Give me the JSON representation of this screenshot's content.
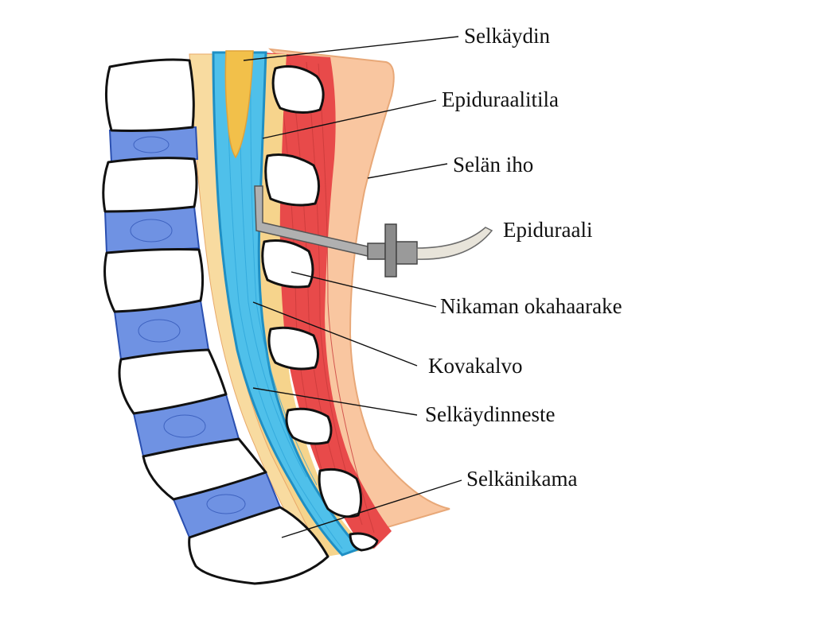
{
  "labels": {
    "spinal_cord": "Selkäydin",
    "epidural_space": "Epiduraalitila",
    "back_skin": "Selän iho",
    "epidural": "Epiduraali",
    "spinous_process": "Nikaman okahaarake",
    "dura_mater": "Kovakalvo",
    "cerebrospinal_fluid": "Selkäydinneste",
    "vertebra": "Selkänikama"
  },
  "colors": {
    "skin": "#f9c6a0",
    "muscle": "#e84a4a",
    "fat": "#f6d48c",
    "csf": "#4fc0ea",
    "spinal_cord": "#f2c04a",
    "disc": "#6f92e3",
    "bone": "#ffffff",
    "needle": "#8a8a8a",
    "outline": "#111111"
  }
}
